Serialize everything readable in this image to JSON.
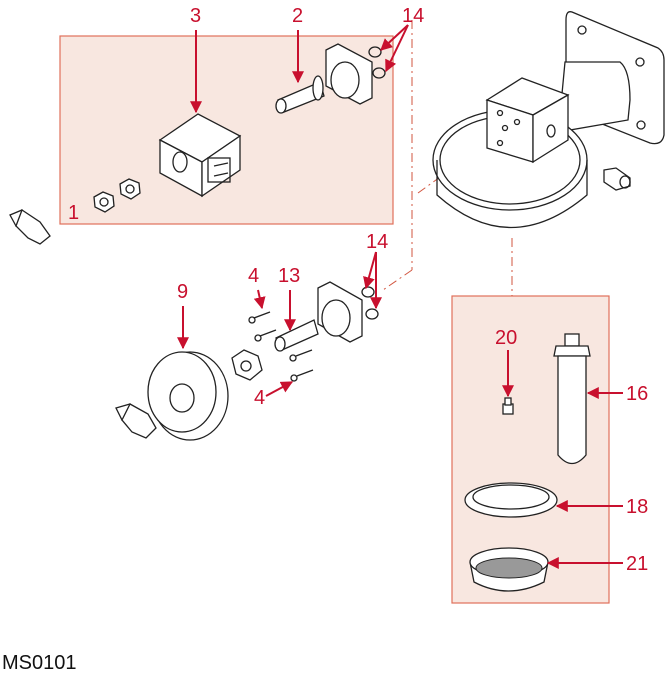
{
  "diagram": {
    "code": "MS0101",
    "colors": {
      "label": "#c8102e",
      "group_fill": "#f8e7e0",
      "group_border": "#e0705a"
    },
    "groups": [
      {
        "id": "solenoid-kit",
        "labels": [
          "1",
          "2",
          "3",
          "14"
        ]
      },
      {
        "id": "filter-kit",
        "labels": [
          "16",
          "18",
          "20",
          "21"
        ]
      }
    ],
    "labels": {
      "l1": "1",
      "l2": "2",
      "l3": "3",
      "l14a": "14",
      "l9": "9",
      "l4a": "4",
      "l13": "13",
      "l4b": "4",
      "l14b": "14",
      "l20": "20",
      "l16": "16",
      "l18": "18",
      "l21": "21"
    },
    "parts": [
      "nut-pair",
      "solenoid-coil",
      "valve-stem",
      "o-rings",
      "plug",
      "housing",
      "fitting",
      "flange-disc",
      "hex-nut",
      "cap-screws",
      "valve-stem-lower",
      "filter-tube",
      "plug-small",
      "gasket-ring",
      "screen-cup"
    ]
  }
}
